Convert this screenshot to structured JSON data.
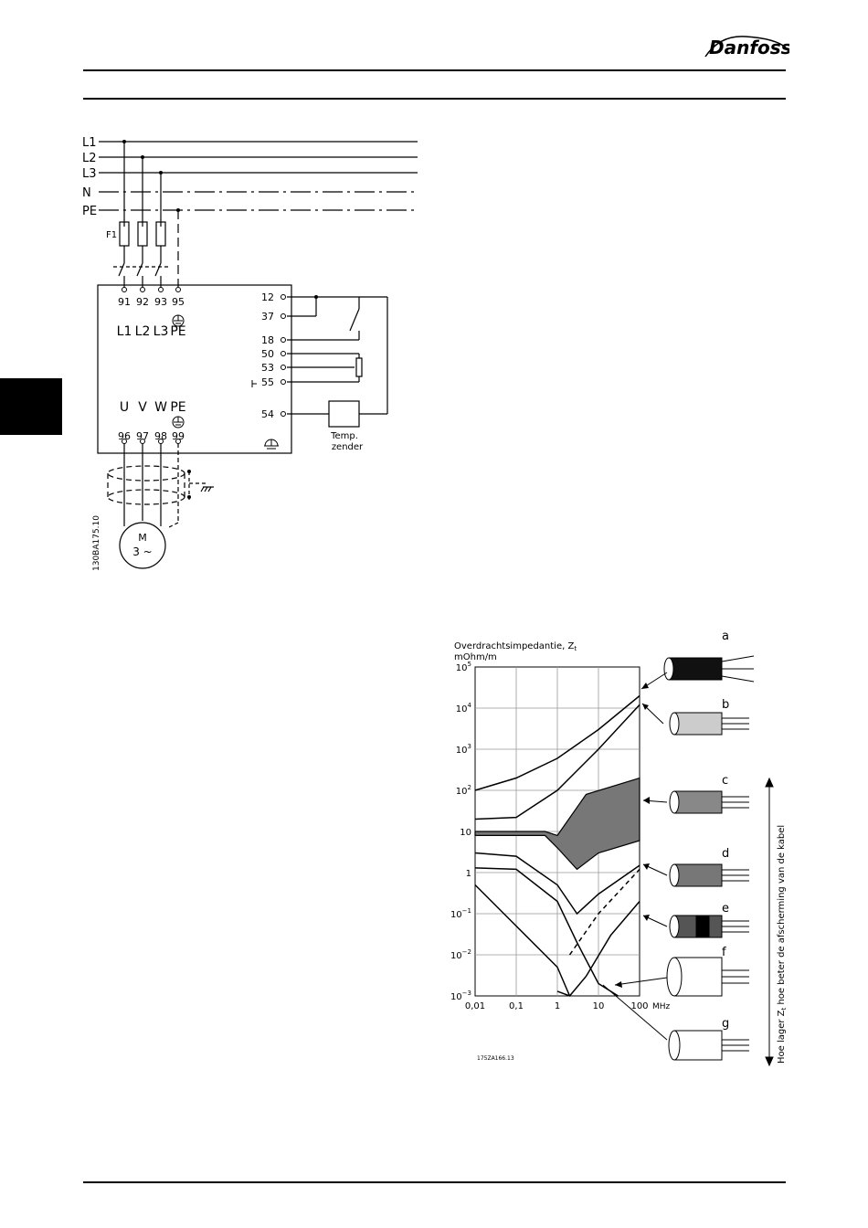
{
  "header": {
    "brand": "Danfoss"
  },
  "wiring": {
    "lines": [
      "L1",
      "L2",
      "L3",
      "N",
      "PE"
    ],
    "fuse_label": "F1",
    "power_terminals": [
      "91",
      "92",
      "93",
      "95"
    ],
    "power_labels": [
      "L1",
      "L2",
      "L3",
      "PE"
    ],
    "motor_terminals": [
      "96",
      "97",
      "98",
      "99"
    ],
    "motor_labels": [
      "U",
      "V",
      "W",
      "PE"
    ],
    "control_terminals": [
      "12",
      "37",
      "18",
      "50",
      "53",
      "55",
      "54"
    ],
    "sensor_label_1": "Temp.",
    "sensor_label_2": "zender",
    "motor_label": "M",
    "motor_phase": "3 ~",
    "figure_code": "130BA175.10"
  },
  "impedance": {
    "title": "Overdrachtsimpedantie, Z",
    "title_sub": "t",
    "unit": "mOhm/m",
    "cable_letters": [
      "a",
      "b",
      "c",
      "d",
      "e",
      "f",
      "g"
    ],
    "side_note_prefix": "Hoe lager Z",
    "side_note_sub": "t",
    "side_note_suffix": " hoe beter de afscherming van de kabel",
    "figure_code": "175ZA166.13",
    "chart_data": {
      "type": "line",
      "xlabel": "MHz",
      "x_scale": "log",
      "y_scale": "log",
      "xlim": [
        0.01,
        100
      ],
      "ylim": [
        0.001,
        100000
      ],
      "grid": true,
      "x_ticks": [
        "0,01",
        "0,1",
        "1",
        "10",
        "100"
      ],
      "y_ticks": [
        {
          "base": "10",
          "exp": "5"
        },
        {
          "base": "10",
          "exp": "4"
        },
        {
          "base": "10",
          "exp": "3"
        },
        {
          "base": "10",
          "exp": "2"
        },
        {
          "base": "10",
          "exp": ""
        },
        {
          "base": "1",
          "exp": ""
        },
        {
          "base": "10",
          "exp": "−1"
        },
        {
          "base": "10",
          "exp": "−2"
        },
        {
          "base": "10",
          "exp": "−3"
        }
      ],
      "series": [
        {
          "points": [
            [
              0.01,
              100
            ],
            [
              0.1,
              200
            ],
            [
              1,
              600
            ],
            [
              10,
              3000
            ],
            [
              100,
              20000
            ]
          ],
          "style": "solid"
        },
        {
          "points": [
            [
              0.01,
              20
            ],
            [
              0.1,
              22
            ],
            [
              1,
              100
            ],
            [
              10,
              1000
            ],
            [
              100,
              12000
            ]
          ],
          "style": "solid"
        },
        {
          "points": [
            [
              0.01,
              10
            ],
            [
              0.5,
              10
            ],
            [
              1,
              8
            ],
            [
              5,
              80
            ],
            [
              100,
              200
            ]
          ],
          "style": "band-upper"
        },
        {
          "points": [
            [
              0.01,
              8
            ],
            [
              0.5,
              8
            ],
            [
              1,
              4
            ],
            [
              3,
              1.2
            ],
            [
              10,
              3
            ],
            [
              100,
              6
            ]
          ],
          "style": "band-lower"
        },
        {
          "points": [
            [
              0.01,
              3
            ],
            [
              0.1,
              2.5
            ],
            [
              1,
              0.5
            ],
            [
              3,
              0.1
            ],
            [
              10,
              0.3
            ],
            [
              100,
              1.5
            ]
          ],
          "style": "solid"
        },
        {
          "points": [
            [
              0.01,
              1.3
            ],
            [
              0.1,
              1.2
            ],
            [
              1,
              0.2
            ],
            [
              3,
              0.02
            ],
            [
              10,
              0.002
            ],
            [
              30,
              0.001
            ]
          ],
          "style": "solid"
        },
        {
          "points": [
            [
              0.01,
              0.5
            ],
            [
              0.1,
              0.05
            ],
            [
              1,
              0.005
            ],
            [
              2,
              0.001
            ]
          ],
          "style": "solid"
        },
        {
          "points": [
            [
              1,
              0.0013
            ],
            [
              2,
              0.001
            ],
            [
              5,
              0.003
            ],
            [
              20,
              0.03
            ],
            [
              100,
              0.2
            ]
          ],
          "style": "solid"
        },
        {
          "points": [
            [
              2,
              0.01
            ],
            [
              10,
              0.1
            ],
            [
              100,
              1.2
            ]
          ],
          "style": "dashed"
        }
      ]
    }
  }
}
